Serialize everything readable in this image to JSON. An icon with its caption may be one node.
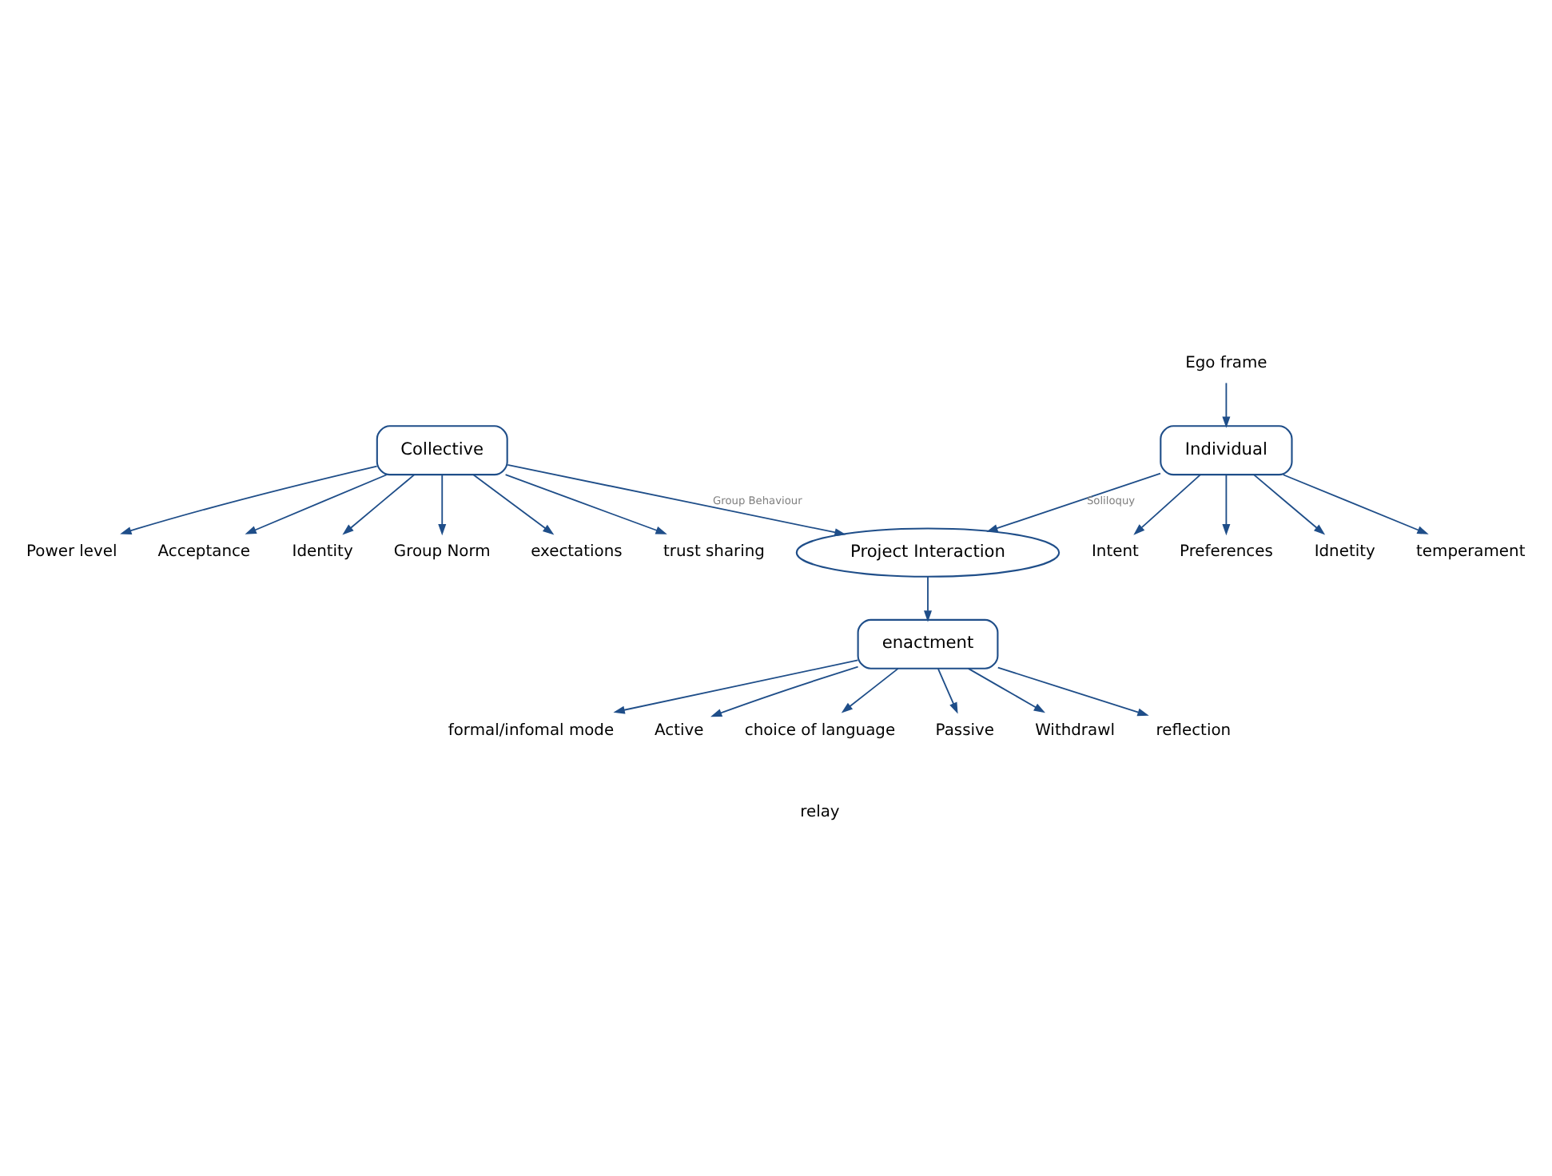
{
  "diagram": {
    "nodes": [
      {
        "text": [
          "Power level"
        ]
      },
      {
        "text": [
          "Acceptance"
        ]
      },
      {
        "text": [
          "Intent"
        ]
      },
      {
        "text": [
          "Identity"
        ]
      },
      {
        "text": [
          "Group Norm"
        ]
      },
      {
        "text": [
          "Preferences"
        ]
      },
      {
        "text": [
          "Collective"
        ]
      },
      {
        "text": [
          "exectations"
        ]
      },
      {
        "text": [
          "Idnetity"
        ]
      },
      {
        "text": [
          "Individual"
        ]
      },
      {
        "text": [
          "trust sharing"
        ]
      },
      {
        "text": [
          "Ego frame"
        ]
      },
      {
        "text": [
          "Project Interaction"
        ]
      },
      {
        "text": [
          "temperament"
        ]
      },
      {
        "text": [
          "formal/infomal mode"
        ]
      },
      {
        "text": [
          "Active"
        ]
      },
      {
        "text": [
          "enactment"
        ]
      },
      {
        "text": [
          "choice of language"
        ]
      },
      {
        "text": [
          "Passive"
        ]
      },
      {
        "text": [
          "Withdrawl"
        ]
      },
      {
        "text": [
          "reflection"
        ]
      }
    ],
    "edges": [
      {
        "from": 6,
        "to": 3,
        "arrow": "to"
      },
      {
        "from": 6,
        "to": 0,
        "arrow": "to"
      },
      {
        "from": 6,
        "to": 1,
        "arrow": "to"
      },
      {
        "from": 6,
        "to": 4,
        "arrow": "to"
      },
      {
        "from": 6,
        "to": 7,
        "arrow": "to"
      },
      {
        "from": 6,
        "to": 10,
        "arrow": "to"
      },
      {
        "from": 6,
        "to": 12,
        "label": "Group Behaviour",
        "arrow": "to"
      },
      {
        "from": 9,
        "to": 12,
        "label": "Soliloquy",
        "arrow": "to"
      },
      {
        "from": 9,
        "to": 2,
        "arrow": "to"
      },
      {
        "from": 9,
        "to": 5,
        "arrow": "to"
      },
      {
        "from": 9,
        "to": 8,
        "arrow": "to"
      },
      {
        "from": 11,
        "to": 9,
        "arrow": "to"
      },
      {
        "from": 9,
        "to": 13,
        "arrow": "to"
      },
      {
        "from": 12,
        "to": 16,
        "arrow": "to"
      },
      {
        "from": 16,
        "to": 15,
        "arrow": "to"
      },
      {
        "from": 16,
        "to": 18,
        "arrow": "to"
      },
      {
        "from": 16,
        "to": 19,
        "arrow": "to"
      },
      {
        "from": 16,
        "to": 20,
        "arrow": "to"
      },
      {
        "from": 16,
        "to": 14,
        "arrow": "to"
      },
      {
        "from": 16,
        "to": 17,
        "arrow": "to"
      }
    ],
    "labels": [
      "relay"
    ]
  }
}
